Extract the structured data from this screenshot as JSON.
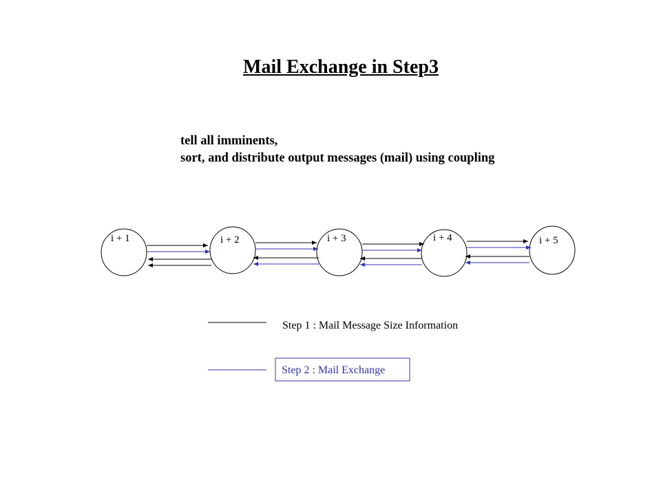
{
  "title": "Mail Exchange in Step3 ",
  "description": {
    "line1": "tell all imminents,",
    "line2": "sort, and distribute output messages (mail) using coupling"
  },
  "nodes": [
    {
      "label": "i  + 1"
    },
    {
      "label": "i + 2"
    },
    {
      "label": "i  + 3"
    },
    {
      "label": "i + 4"
    },
    {
      "label": "i  + 5"
    }
  ],
  "legend": {
    "step1": {
      "label": "Step 1 : Mail Message Size Information",
      "color": "#000000"
    },
    "step2": {
      "label": "Step 2 : Mail Exchange",
      "color": "#3333aa"
    }
  },
  "colors": {
    "step1": "#000000",
    "step2": "#3333aa"
  }
}
